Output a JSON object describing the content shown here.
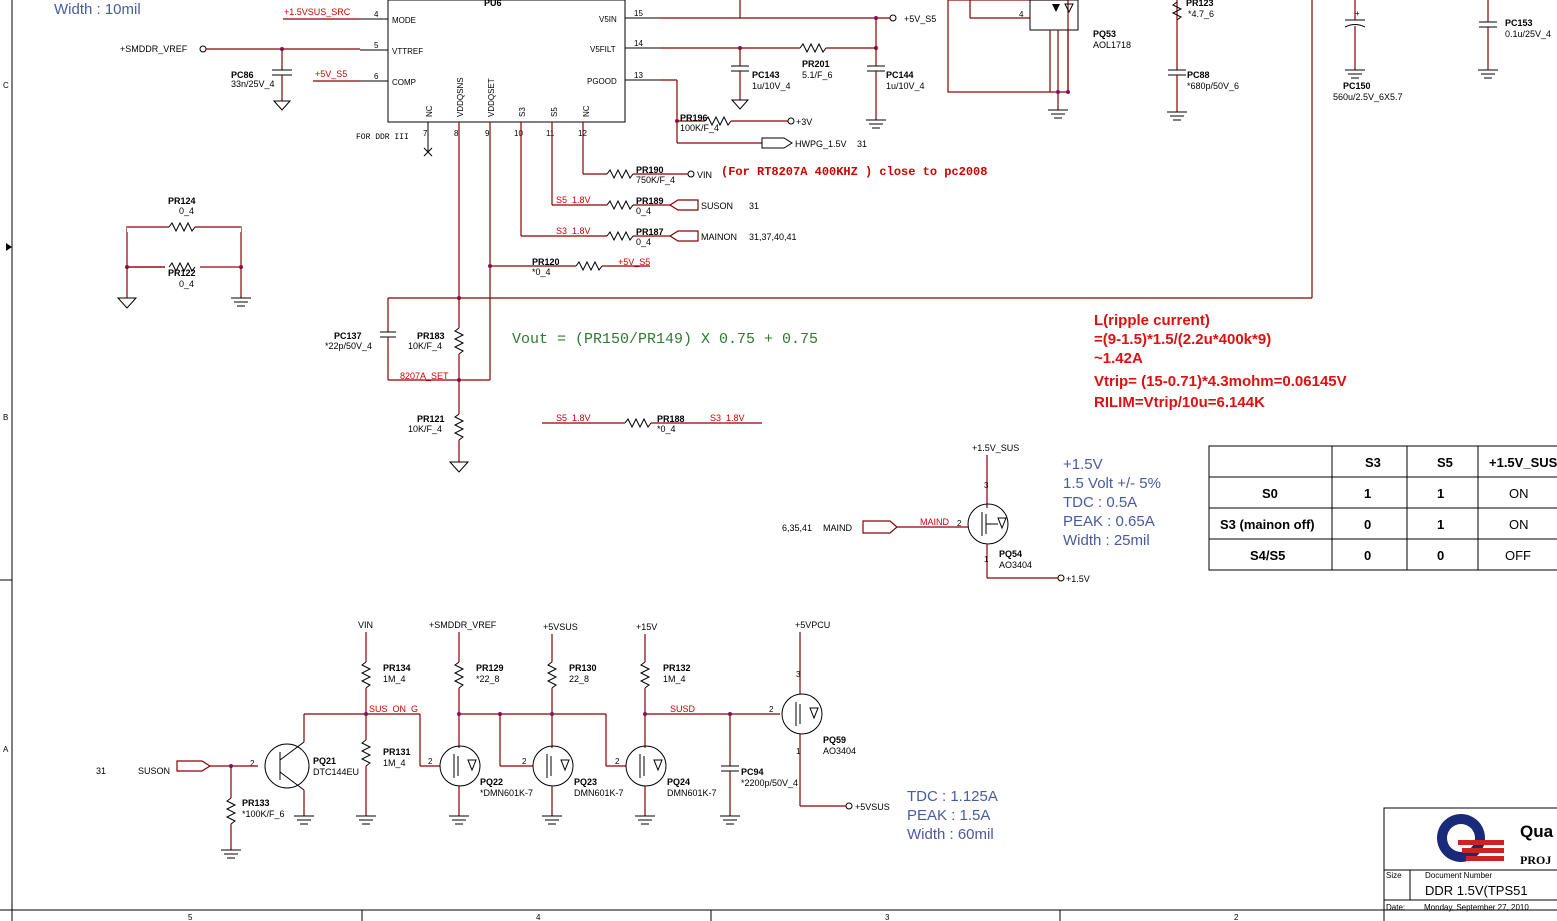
{
  "header": {
    "width_note": "Width : 10mil"
  },
  "ic": {
    "ref": "PU6",
    "pins_left": [
      {
        "num": "4",
        "name": "MODE",
        "net": "+1.5VSUS_SRC"
      },
      {
        "num": "5",
        "name": "VTTREF",
        "net": "+SMDDR_VREF"
      },
      {
        "num": "6",
        "name": "COMP",
        "net": "+5V_S5"
      }
    ],
    "pins_right": [
      {
        "num": "15",
        "name": "V5IN",
        "net": "+5V_S5"
      },
      {
        "num": "14",
        "name": "V5FILT"
      },
      {
        "num": "13",
        "name": "PGOOD"
      }
    ],
    "pins_bottom": [
      {
        "num": "7",
        "name": "NC"
      },
      {
        "num": "8",
        "name": "VDDQSNS"
      },
      {
        "num": "9",
        "name": "VDDQSET"
      },
      {
        "num": "10",
        "name": "S3"
      },
      {
        "num": "11",
        "name": "S5"
      },
      {
        "num": "12",
        "name": "NC"
      }
    ],
    "note": "FOR DDR III"
  },
  "components": {
    "pc86": {
      "ref": "PC86",
      "val": "33n/25V_4"
    },
    "pc143": {
      "ref": "PC143",
      "val": "1u/10V_4"
    },
    "pr201": {
      "ref": "PR201",
      "val": "5.1/F_6"
    },
    "pc144": {
      "ref": "PC144",
      "val": "1u/10V_4"
    },
    "pr196": {
      "ref": "PR196",
      "val": "100K/F_4"
    },
    "pr190": {
      "ref": "PR190",
      "val": "750K/F_4"
    },
    "pr189": {
      "ref": "PR189",
      "val": "0_4"
    },
    "pr187": {
      "ref": "PR187",
      "val": "0_4"
    },
    "pr120": {
      "ref": "PR120",
      "val": "*0_4"
    },
    "pr124": {
      "ref": "PR124",
      "val": "0_4"
    },
    "pr122": {
      "ref": "PR122",
      "val": "0_4"
    },
    "pc137": {
      "ref": "PC137",
      "val": "*22p/50V_4"
    },
    "pr183": {
      "ref": "PR183",
      "val": "10K/F_4"
    },
    "pr121": {
      "ref": "PR121",
      "val": "10K/F_4"
    },
    "pr188": {
      "ref": "PR188",
      "val": "*0_4"
    },
    "pq53": {
      "ref": "PQ53",
      "val": "AOL1718"
    },
    "pr123": {
      "ref": "PR123",
      "val": "*4.7_6"
    },
    "pc88": {
      "ref": "PC88",
      "val": "*680p/50V_6"
    },
    "pc150": {
      "ref": "PC150",
      "val": "560u/2.5V_6X5.7"
    },
    "pc153": {
      "ref": "PC153",
      "val": "0.1u/25V_4"
    },
    "pq54": {
      "ref": "PQ54",
      "val": "AO3404"
    },
    "pr134": {
      "ref": "PR134",
      "val": "1M_4"
    },
    "pr131": {
      "ref": "PR131",
      "val": "1M_4"
    },
    "pr129": {
      "ref": "PR129",
      "val": "*22_8"
    },
    "pr130": {
      "ref": "PR130",
      "val": "22_8"
    },
    "pr132": {
      "ref": "PR132",
      "val": "1M_4"
    },
    "pq21": {
      "ref": "PQ21",
      "val": "DTC144EU"
    },
    "pr133": {
      "ref": "PR133",
      "val": "*100K/F_6"
    },
    "pq22": {
      "ref": "PQ22",
      "val": "*DMN601K-7"
    },
    "pq23": {
      "ref": "PQ23",
      "val": "DMN601K-7"
    },
    "pq24": {
      "ref": "PQ24",
      "val": "DMN601K-7"
    },
    "pc94": {
      "ref": "PC94",
      "val": "*2200p/50V_4"
    },
    "pq59": {
      "ref": "PQ59",
      "val": "AO3404"
    }
  },
  "nets": {
    "smddr_vref": "+SMDDR_VREF",
    "p5v_s5": "+5V_S5",
    "p3v": "+3V",
    "hwpg": "HWPG_1.5V",
    "hwpg_ref": "31",
    "vin": "VIN",
    "suson": "SUSON",
    "suson_ref": "31",
    "mainon": "MAINON",
    "mainon_ref": "31,37,40,41",
    "s5_18": "S5_1.8V",
    "s3_18": "S3_1.8V",
    "set": "8207A_SET",
    "p15v_sus": "+1.5V_SUS",
    "maind": "MAIND",
    "maind_ref": "6,35,41",
    "p15v": "+1.5V",
    "vin_top": "VIN",
    "smddr_top": "+SMDDR_VREF",
    "p5vsus_top": "+5VSUS",
    "p15_top": "+15V",
    "p5vpcu": "+5VPCU",
    "sus_on_g": "SUS_ON_G",
    "susd": "SUSD",
    "suson_bottom": "SUSON",
    "suson_bottom_ref": "31",
    "p5vsus_out": "+5VSUS"
  },
  "notes": {
    "rt_note": "(For RT8207A  400KHZ ) close to pc2008",
    "vout": "Vout = (PR150/PR149) X 0.75 + 0.75",
    "ripple": [
      "L(ripple current)",
      "=(9-1.5)*1.5/(2.2u*400k*9)",
      "~1.42A",
      "Vtrip= (15-0.71)*4.3mohm=0.06145V",
      "RILIM=Vtrip/10u=6.144K"
    ],
    "spec_15": [
      "+1.5V",
      "1.5 Volt +/- 5%",
      "TDC : 0.5A",
      "PEAK : 0.65A",
      "Width : 25mil"
    ],
    "spec_5vsus": [
      "TDC :  1.125A",
      "PEAK : 1.5A",
      "Width : 60mil"
    ]
  },
  "state_table": {
    "headers": [
      "",
      "S3",
      "S5",
      "+1.5V_SUS"
    ],
    "rows": [
      [
        "S0",
        "1",
        "1",
        "ON"
      ],
      [
        "S3 (mainon off)",
        "0",
        "1",
        "ON"
      ],
      [
        "S4/S5",
        "0",
        "0",
        "OFF"
      ]
    ]
  },
  "title_block": {
    "company": "Qua",
    "project": "PROJ",
    "size_label": "Size",
    "docnum_label": "Document Number",
    "docnum": "DDR 1.5V(TPS51",
    "date_label": "Date:",
    "date": "Monday, September 27, 2010"
  },
  "border": {
    "cols": [
      "5",
      "4",
      "3",
      "2"
    ],
    "rows": [
      "C",
      "B",
      "A"
    ]
  }
}
